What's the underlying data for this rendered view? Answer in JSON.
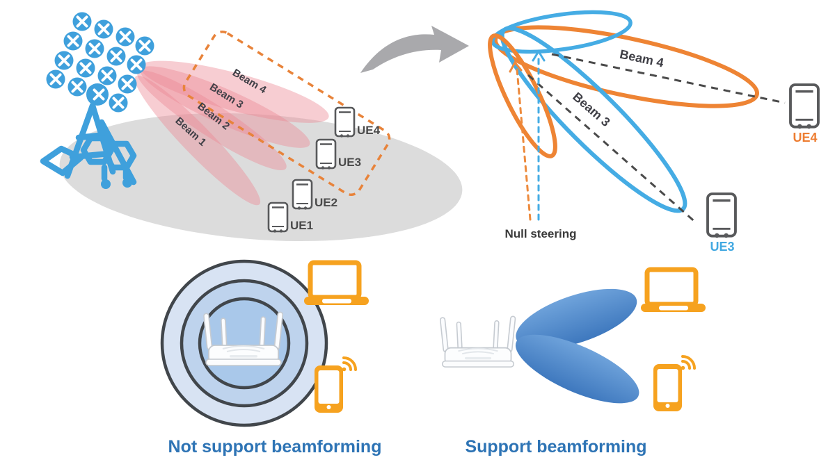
{
  "diagram": {
    "left_panel": {
      "beams": [
        "Beam 1",
        "Beam 2",
        "Beam 3",
        "Beam 4"
      ],
      "ues": [
        "UE1",
        "UE2",
        "UE3",
        "UE4"
      ]
    },
    "right_panel": {
      "beam4_label": "Beam 4",
      "beam3_label": "Beam 3",
      "null_label": "Null steering",
      "ue4_label": "UE4",
      "ue3_label": "UE3"
    },
    "captions": {
      "not_support": "Not support beamforming",
      "support": "Support beamforming"
    }
  },
  "colors": {
    "antenna_blue": "#3FA0DC",
    "beam_pink": "#EC8893",
    "coverage_gray": "#DCDCDC",
    "dashed_orange": "#E8833A",
    "lobe_orange": "#EE8434",
    "lobe_blue": "#45ACE4",
    "device_orange": "#F6A21F",
    "bottom_lobe_blue": "#4C89CC",
    "caption_blue": "#2E74B5",
    "text_dark": "#3F3F46",
    "arrow_gray": "#A9A9AC",
    "ring_fill_outer": "#D8E3F3",
    "ring_fill_mid": "#BED3ED",
    "ring_fill_inner": "#A9C8EA",
    "ring_stroke": "#41464B"
  },
  "icons": [
    "antenna-array-icon",
    "base-station-icon",
    "zoom-arrow-icon",
    "ue-phone-icon",
    "router-icon",
    "laptop-icon",
    "smartphone-icon",
    "wifi-signal-icon"
  ]
}
